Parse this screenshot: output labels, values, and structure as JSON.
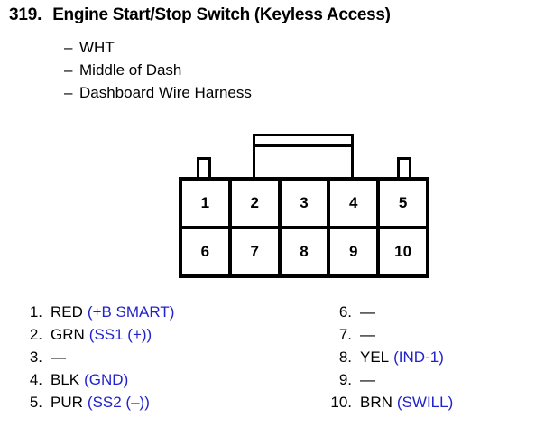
{
  "header": {
    "item_number": "319.",
    "title": "Engine Start/Stop Switch (Keyless Access)",
    "details": [
      {
        "dash": "–",
        "text": "WHT"
      },
      {
        "dash": "–",
        "text": "Middle of Dash"
      },
      {
        "dash": "–",
        "text": "Dashboard Wire Harness"
      }
    ]
  },
  "connector": {
    "name": "10-pin-connector",
    "top_row": [
      "1",
      "2",
      "3",
      "4",
      "5"
    ],
    "bottom_row": [
      "6",
      "7",
      "8",
      "9",
      "10"
    ]
  },
  "legend": {
    "empty_marker": "—",
    "signal_color": "#2222CC",
    "left": [
      {
        "num": "1.",
        "wire": "RED",
        "signal": "(+B SMART)"
      },
      {
        "num": "2.",
        "wire": "GRN",
        "signal": "(SS1 (+))"
      },
      {
        "num": "3.",
        "wire": "—",
        "signal": ""
      },
      {
        "num": "4.",
        "wire": "BLK",
        "signal": "(GND)"
      },
      {
        "num": "5.",
        "wire": "PUR",
        "signal": "(SS2 (–))"
      }
    ],
    "right": [
      {
        "num": "6.",
        "wire": "—",
        "signal": ""
      },
      {
        "num": "7.",
        "wire": "—",
        "signal": ""
      },
      {
        "num": "8.",
        "wire": "YEL",
        "signal": "(IND-1)"
      },
      {
        "num": "9.",
        "wire": "—",
        "signal": ""
      },
      {
        "num": "10.",
        "wire": "BRN",
        "signal": "(SWILL)"
      }
    ]
  }
}
